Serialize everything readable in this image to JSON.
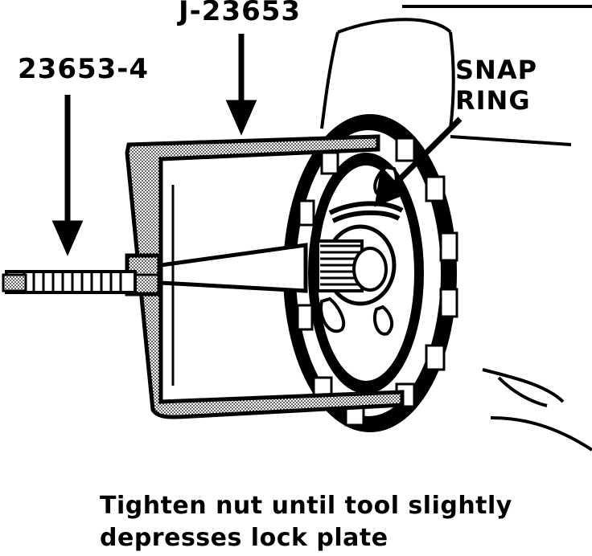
{
  "labels": {
    "tool_number": "J-23653",
    "part_number": "23653-4",
    "snap_ring_line1": "SNAP",
    "snap_ring_line2": "RING"
  },
  "caption": {
    "line1": "Tighten nut until tool slightly",
    "line2": "depresses lock plate"
  }
}
